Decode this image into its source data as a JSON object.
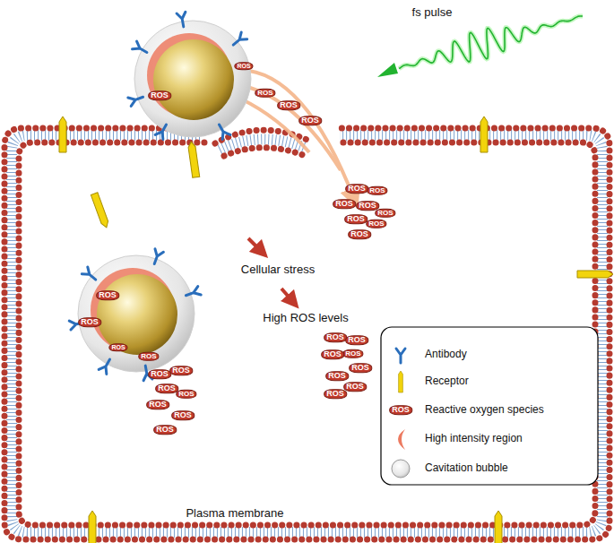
{
  "diagram": {
    "labels": [
      "fs pulse",
      "Cellular stress",
      "High ROS levels",
      "Plasma membrane",
      "ROS",
      "ROS",
      "ROS",
      "ROS",
      "ROS",
      "ROS",
      "ROS",
      "ROS",
      "ROS",
      "ROS",
      "ROS",
      "ROS",
      "ROS",
      "ROS",
      "ROS",
      "ROS",
      "ROS",
      "ROS",
      "ROS",
      "ROS",
      "ROS",
      "ROS",
      "ROS",
      "ROS",
      "ROS",
      "ROS",
      "ROS",
      "ROS",
      "ROS",
      "ROS",
      "ROS",
      "ROS",
      "ROS"
    ],
    "legend": [
      {
        "text": "Antibody"
      },
      {
        "text": "Receptor"
      },
      {
        "text": "Reactive oxygen species"
      },
      {
        "text": "High intensity region"
      },
      {
        "text": "Cavitation bubble"
      }
    ]
  }
}
